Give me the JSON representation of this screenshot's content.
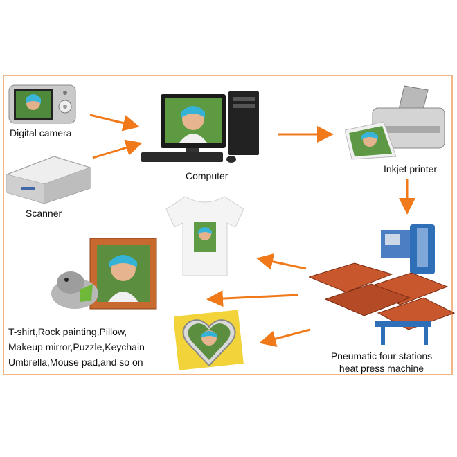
{
  "labels": {
    "camera": "Digital camera",
    "scanner": "Scanner",
    "computer": "Computer",
    "printer": "Inkjet printer",
    "press_line1": "Pneumatic four stations",
    "press_line2": "heat press machine"
  },
  "products": [
    "T-shirt,Rock painting,Pillow,",
    "Makeup mirror,Puzzle,Keychain",
    "Umbrella,Mouse pad,and so on"
  ],
  "colors": {
    "arrow": "#f07a1a",
    "frame": "#f4b585",
    "press_plate": "#c9572e",
    "press_body": "#2f6fb8",
    "photo_frame": "#c8692f"
  }
}
